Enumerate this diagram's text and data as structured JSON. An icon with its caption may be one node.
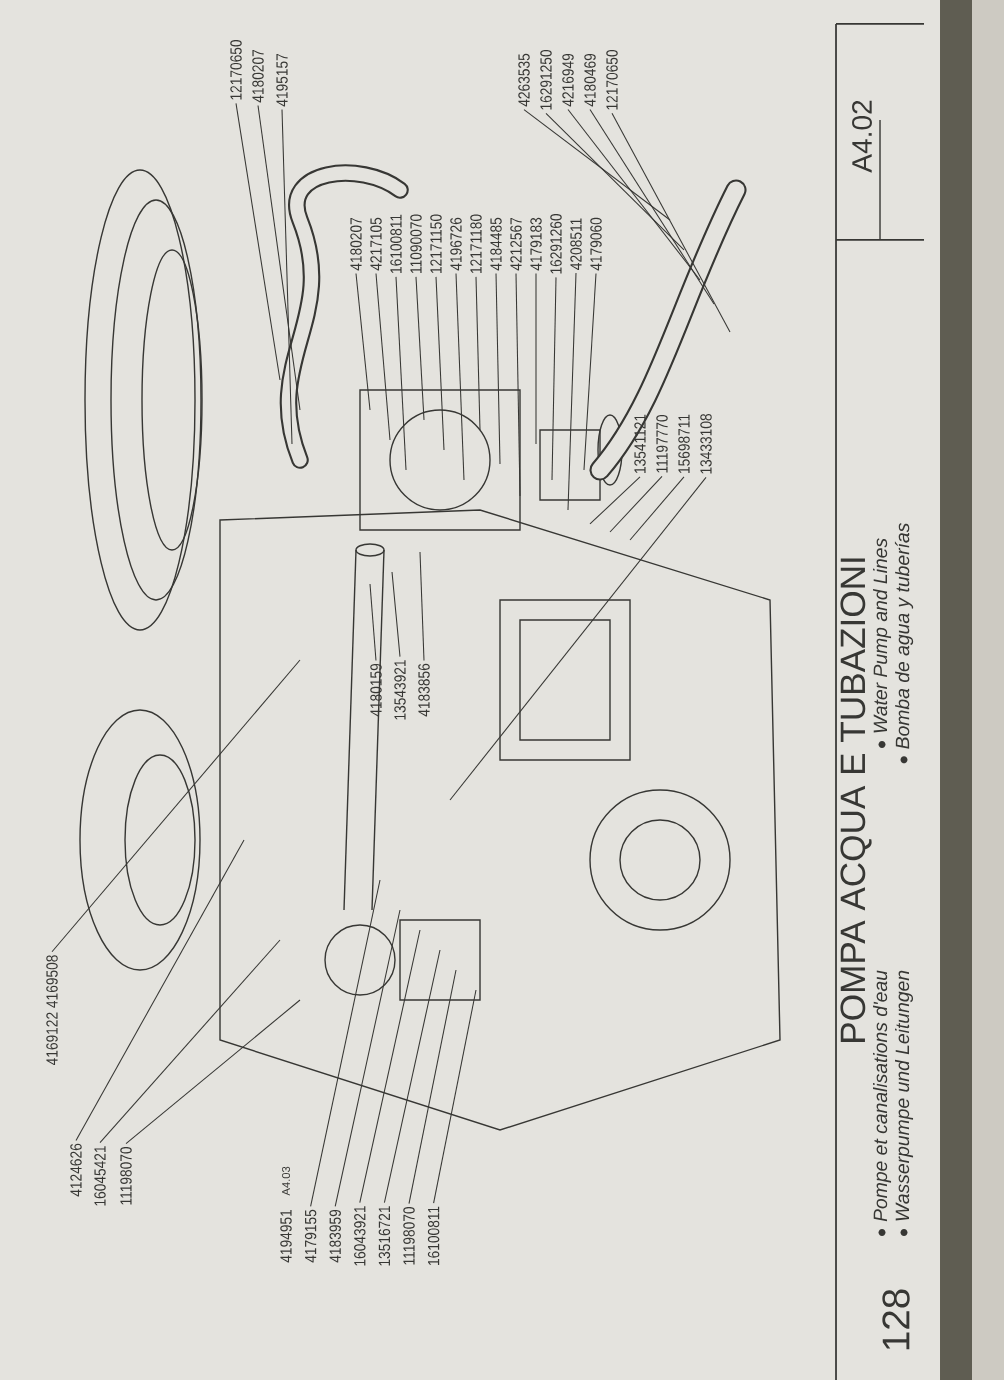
{
  "diagram": {
    "title": "POMPA ACQUA E TUBAZIONI",
    "nodes": [
      {
        "text": [
          "12170650"
        ]
      },
      {
        "text": [
          "4180207"
        ]
      },
      {
        "text": [
          "4195157"
        ]
      },
      {
        "text": [
          "4263535"
        ]
      },
      {
        "text": [
          "16291250"
        ]
      },
      {
        "text": [
          "4216949"
        ]
      },
      {
        "text": [
          "4180469"
        ]
      },
      {
        "text": [
          "12170650"
        ]
      },
      {
        "text": [
          "4180207"
        ]
      },
      {
        "text": [
          "4217105"
        ]
      },
      {
        "text": [
          "16100811"
        ]
      },
      {
        "text": [
          "11090070"
        ]
      },
      {
        "text": [
          "12171150"
        ]
      },
      {
        "text": [
          "4196726"
        ]
      },
      {
        "text": [
          "12171180"
        ]
      },
      {
        "text": [
          "4184485"
        ]
      },
      {
        "text": [
          "4212567"
        ]
      },
      {
        "text": [
          "4179183"
        ]
      },
      {
        "text": [
          "16291260"
        ]
      },
      {
        "text": [
          "4208511"
        ]
      },
      {
        "text": [
          "4179060"
        ]
      },
      {
        "text": [
          "13541121"
        ]
      },
      {
        "text": [
          "11197770"
        ]
      },
      {
        "text": [
          "15698711"
        ]
      },
      {
        "text": [
          "13433108"
        ]
      },
      {
        "text": [
          "4180159"
        ]
      },
      {
        "text": [
          "13543921"
        ]
      },
      {
        "text": [
          "4183856"
        ]
      },
      {
        "text": [
          "4169122 4169508"
        ]
      },
      {
        "text": [
          "4124626"
        ]
      },
      {
        "text": [
          "16045421"
        ]
      },
      {
        "text": [
          "11198070"
        ]
      },
      {
        "text": [
          "4194951"
        ],
        "beside": [
          "A4.03"
        ]
      },
      {
        "text": [
          "4179155"
        ]
      },
      {
        "text": [
          "4183959"
        ]
      },
      {
        "text": [
          "16043921"
        ]
      },
      {
        "text": [
          "13516721"
        ]
      },
      {
        "text": [
          "11198070"
        ]
      },
      {
        "text": [
          "16100811"
        ]
      }
    ],
    "edges": [
      {
        "from": 0,
        "to": null,
        "arrow": "none"
      },
      {
        "from": 1,
        "to": null,
        "arrow": "none"
      },
      {
        "from": 2,
        "to": null,
        "arrow": "none"
      },
      {
        "from": 3,
        "to": null,
        "arrow": "none"
      },
      {
        "from": 4,
        "to": null,
        "arrow": "none"
      },
      {
        "from": 5,
        "to": null,
        "arrow": "none"
      },
      {
        "from": 6,
        "to": null,
        "arrow": "none"
      },
      {
        "from": 7,
        "to": null,
        "arrow": "none"
      },
      {
        "from": 8,
        "to": null,
        "arrow": "none"
      },
      {
        "from": 9,
        "to": null,
        "arrow": "none"
      },
      {
        "from": 10,
        "to": null,
        "arrow": "none"
      },
      {
        "from": 11,
        "to": null,
        "arrow": "none"
      },
      {
        "from": 12,
        "to": null,
        "arrow": "none"
      },
      {
        "from": 13,
        "to": null,
        "arrow": "none"
      },
      {
        "from": 14,
        "to": null,
        "arrow": "none"
      },
      {
        "from": 15,
        "to": null,
        "arrow": "none"
      },
      {
        "from": 16,
        "to": null,
        "arrow": "none"
      },
      {
        "from": 17,
        "to": null,
        "arrow": "none"
      },
      {
        "from": 18,
        "to": null,
        "arrow": "none"
      },
      {
        "from": 19,
        "to": null,
        "arrow": "none"
      },
      {
        "from": 20,
        "to": null,
        "arrow": "none"
      },
      {
        "from": 21,
        "to": null,
        "arrow": "none"
      },
      {
        "from": 22,
        "to": null,
        "arrow": "none"
      },
      {
        "from": 23,
        "to": null,
        "arrow": "none"
      },
      {
        "from": 24,
        "to": null,
        "arrow": "none"
      },
      {
        "from": 25,
        "to": null,
        "arrow": "none"
      },
      {
        "from": 26,
        "to": null,
        "arrow": "none"
      },
      {
        "from": 27,
        "to": null,
        "arrow": "none"
      },
      {
        "from": 28,
        "to": null,
        "arrow": "none"
      },
      {
        "from": 29,
        "to": null,
        "arrow": "none"
      },
      {
        "from": 30,
        "to": null,
        "arrow": "none"
      },
      {
        "from": 31,
        "to": null,
        "arrow": "none"
      },
      {
        "from": 33,
        "to": null,
        "arrow": "none"
      },
      {
        "from": 34,
        "to": null,
        "arrow": "none"
      },
      {
        "from": 35,
        "to": null,
        "arrow": "none"
      },
      {
        "from": 36,
        "to": null,
        "arrow": "none"
      },
      {
        "from": 37,
        "to": null,
        "arrow": "none"
      },
      {
        "from": 38,
        "to": null,
        "arrow": "none"
      }
    ],
    "labels": [
      "Pompe et canalisations d'eau",
      "Wasserpumpe und Leitungen",
      "Water Pump and Lines",
      "Bomba de agua y tuberías",
      "128",
      "A4.02"
    ]
  }
}
